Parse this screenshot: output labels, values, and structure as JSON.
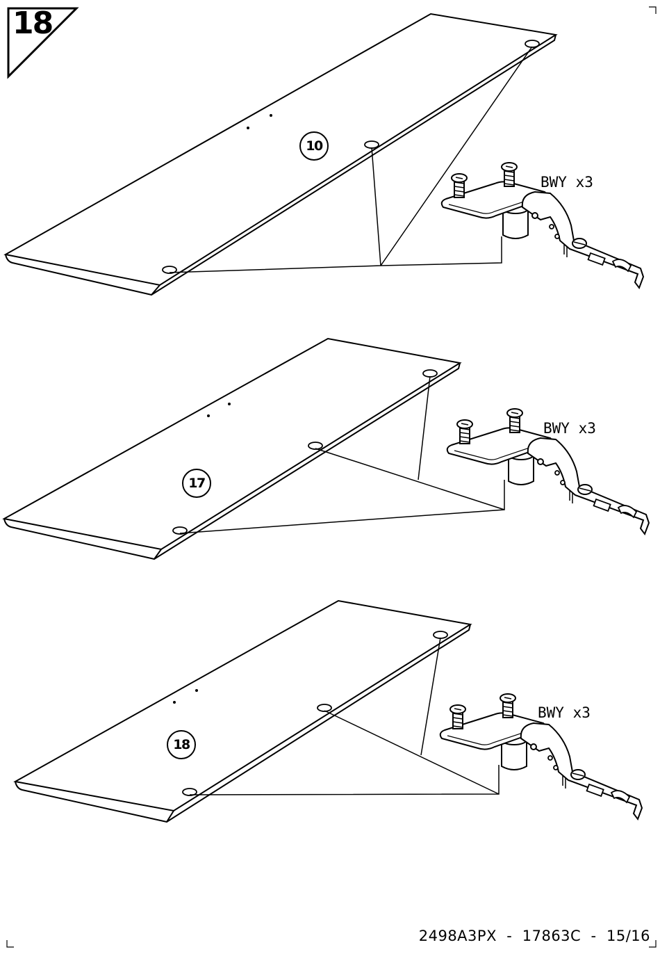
{
  "step": {
    "number": "18"
  },
  "panels": [
    {
      "part_number": "10",
      "hardware_label": "BWY x3"
    },
    {
      "part_number": "17",
      "hardware_label": "BWY x3"
    },
    {
      "part_number": "18",
      "hardware_label": "BWY x3"
    }
  ],
  "footer": {
    "code": "2498A3PX  -  17863C  -  15/16"
  },
  "icons": {
    "hinge": "hinge-assembly-icon",
    "board": "board-panel-icon"
  }
}
